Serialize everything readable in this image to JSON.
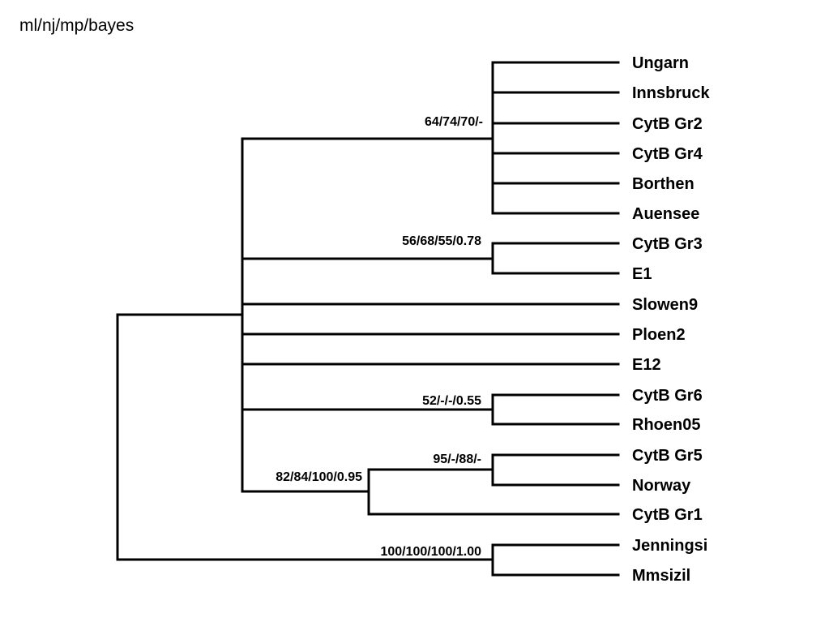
{
  "title": "ml/nj/mp/bayes",
  "taxa": [
    "Ungarn",
    "Innsbruck",
    "CytB Gr2",
    "CytB Gr4",
    "Borthen",
    "Auensee",
    "CytB Gr3",
    "E1",
    "Slowen9",
    "Ploen2",
    "E12",
    "CytB Gr6",
    "Rhoen05",
    "CytB Gr5",
    "Norway",
    "CytB Gr1",
    "Jenningsi",
    "Mmsizil"
  ],
  "supports": {
    "clade_ungarn_auensee": "64/74/70/-",
    "clade_gr3_e1": "56/68/55/0.78",
    "clade_gr6_rhoen": "52/-/-/0.55",
    "clade_gr5_norway": "95/-/88/-",
    "clade_gr5_gr1": "82/84/100/0.95",
    "clade_outgroup": "100/100/100/1.00"
  }
}
